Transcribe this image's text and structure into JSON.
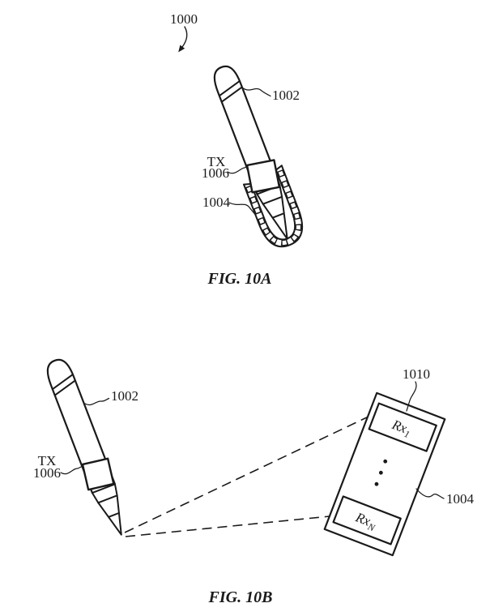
{
  "page": {
    "background": "#ffffff",
    "ink": "#1a1a1a"
  },
  "fig_a": {
    "caption": "FIG. 10A",
    "ref_1000": "1000",
    "ref_1002": "1002",
    "tx_label": "TX",
    "ref_1006": "1006",
    "ref_1004": "1004"
  },
  "fig_b": {
    "caption": "FIG. 10B",
    "ref_1002": "1002",
    "tx_label": "TX",
    "ref_1006": "1006",
    "ref_1010": "1010",
    "ref_1004": "1004",
    "rx_first": {
      "main": "Rx",
      "sub": "1"
    },
    "rx_last": {
      "main": "Rx",
      "sub": "N"
    }
  }
}
